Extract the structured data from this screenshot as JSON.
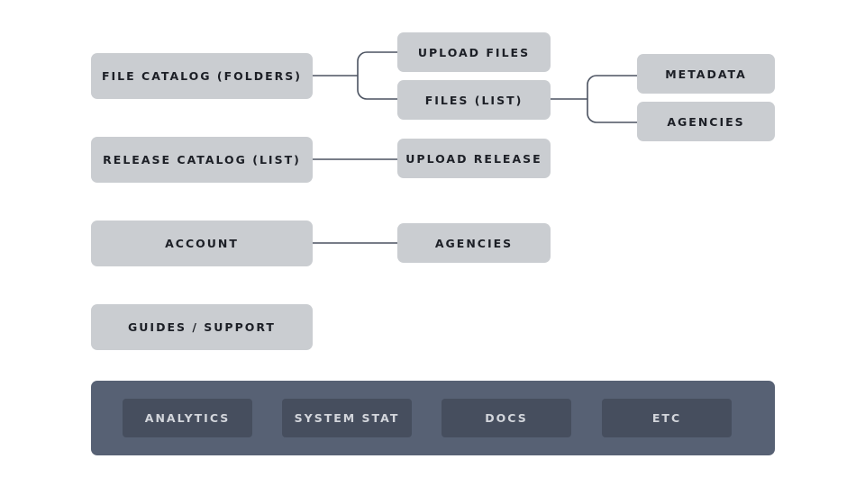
{
  "diagram": {
    "main_items": [
      {
        "label": "FILE CATALOG (FOLDERS)"
      },
      {
        "label": "RELEASE CATALOG (LIST)"
      },
      {
        "label": "ACCOUNT"
      },
      {
        "label": "GUIDES / SUPPORT"
      }
    ],
    "file_catalog_children": [
      {
        "label": "UPLOAD FILES"
      },
      {
        "label": "FILES (LIST)"
      }
    ],
    "files_list_children": [
      {
        "label": "METADATA"
      },
      {
        "label": "AGENCIES"
      }
    ],
    "release_catalog_children": [
      {
        "label": "UPLOAD RELEASE"
      }
    ],
    "account_children": [
      {
        "label": "AGENCIES"
      }
    ]
  },
  "toolbar": {
    "items": [
      {
        "label": "ANALYTICS"
      },
      {
        "label": "SYSTEM STAT"
      },
      {
        "label": "DOCS"
      },
      {
        "label": "ETC"
      }
    ]
  },
  "colors": {
    "node_fill": "#cacdd1",
    "node_text": "#1c1f26",
    "connector": "#4b5260",
    "bar_fill": "#576174",
    "bar_button_fill": "#464e5e",
    "bar_button_text": "#d3d6dc"
  }
}
